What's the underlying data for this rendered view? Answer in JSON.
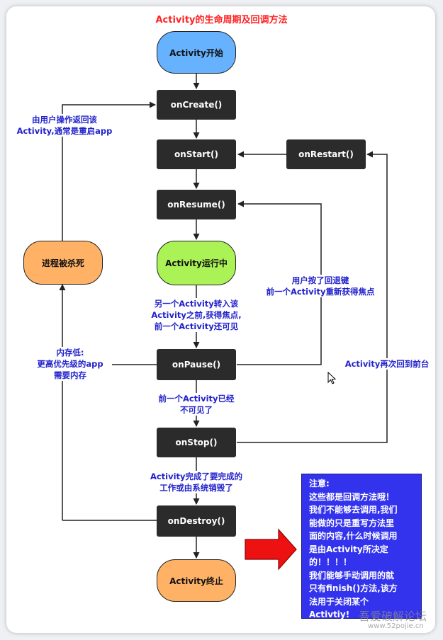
{
  "title": "Activity的生命周期及回调方法",
  "nodes": {
    "start": "Activity开始",
    "on_create": "onCreate()",
    "on_start": "onStart()",
    "on_restart": "onRestart()",
    "on_resume": "onResume()",
    "running": "Activity运行中",
    "on_pause": "onPause()",
    "on_stop": "onStop()",
    "on_destroy": "onDestroy()",
    "end": "Activity终止",
    "killed": "进程被杀死"
  },
  "labels": {
    "return_user": [
      "由用户操作返回该",
      "Activity,通常是重启app"
    ],
    "back_key": [
      "用户按了回退键",
      "前一个Activity重新获得焦点"
    ],
    "other_activity": [
      "另一个Activity转入该",
      "Activity之前,获得焦点,",
      "前一个Activity还可见"
    ],
    "low_memory": [
      "内存低:",
      "更高优先级的app",
      "需要内存"
    ],
    "back_front": "Activity再次回到前台",
    "not_visible": [
      "前一个Activity已经",
      "不可见了"
    ],
    "finished": [
      "Activity完成了要完成的",
      "工作或由系统销毁了"
    ]
  },
  "note": [
    "注意:",
    "这些都是回调方法哦！",
    "我们不能够去调用,我们",
    "能做的只是重写方法里",
    "面的内容,什么时候调用",
    "是由Activity所决定",
    "的！！！！",
    "我们能够手动调用的就",
    "只有finish()方法,该方",
    "法用于关闭某个",
    "Activtiy!"
  ],
  "watermark": {
    "name": "吾爱破解论坛",
    "url": "www.52pojie.cn"
  },
  "colors": {
    "title": "#ff2222",
    "node_dark": "#2b2b2b",
    "start": "#66b2ff",
    "running": "#aaf255",
    "orange": "#ffb266",
    "label": "#2222cc",
    "note_bg": "#3333ee",
    "arrow_red": "#ee1111"
  }
}
